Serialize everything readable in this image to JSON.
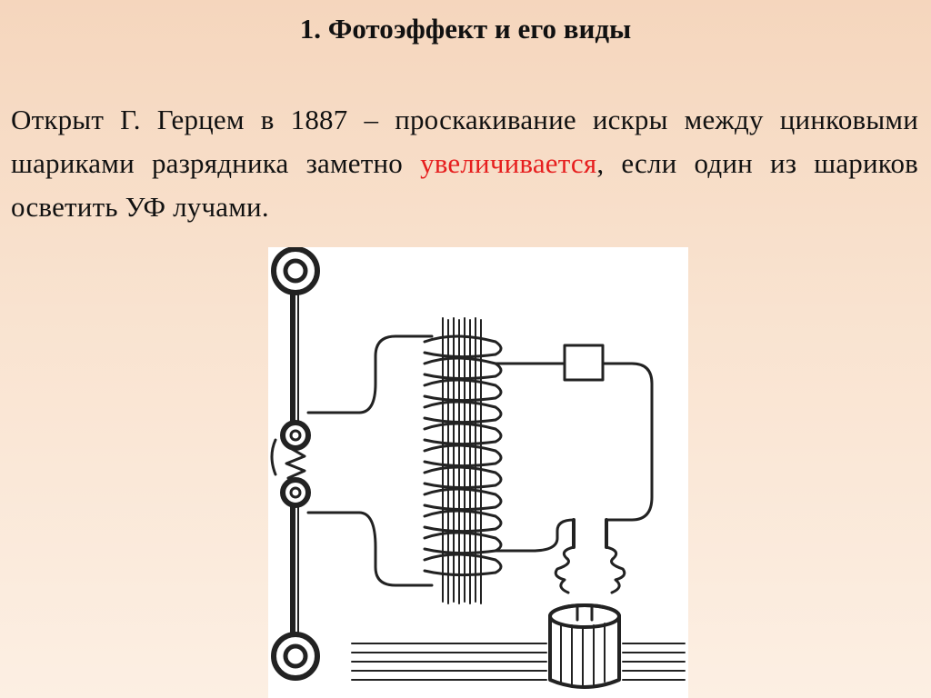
{
  "slide": {
    "title": "1. Фотоэффект и его виды",
    "text_part1": "Открыт Г. Герцем в 1887 – проскакивание искры между цинковыми шариками разрядника заметно ",
    "text_highlight": "увеличивается",
    "text_part2": ", если один из шариков осветить УФ лучами.",
    "highlight_color": "#e61e1e"
  },
  "figure": {
    "icon": "hertz-spark-gap-apparatus-diagram"
  }
}
